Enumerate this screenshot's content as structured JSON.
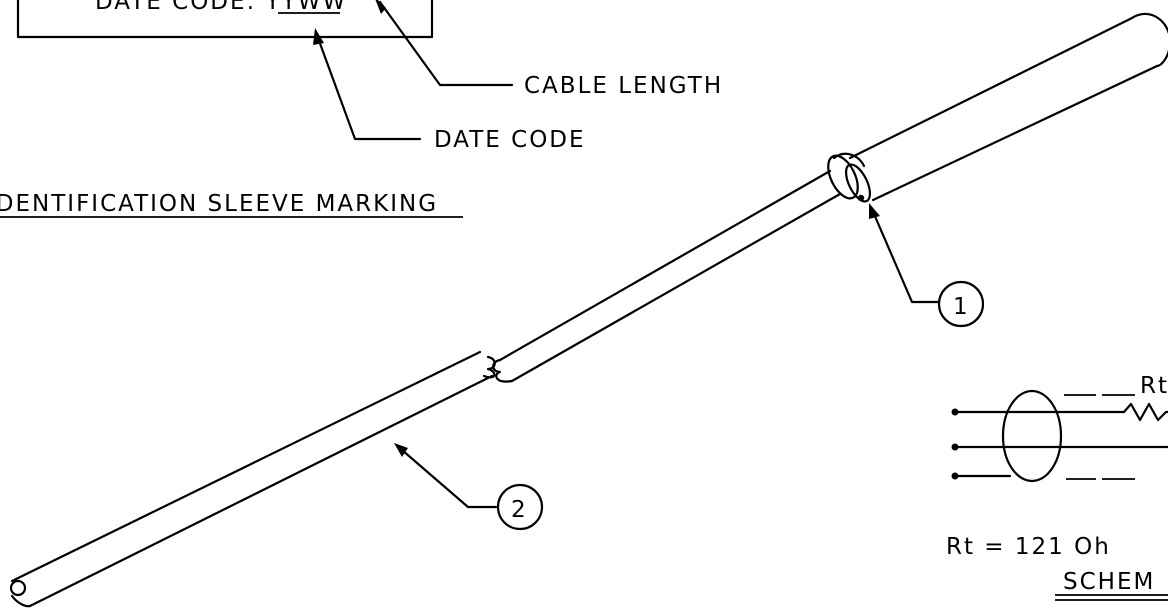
{
  "sleeve_box": {
    "date_code_line": "DATE CODE: YYWW"
  },
  "callouts": {
    "cable_length": "CABLE LENGTH",
    "date_code": "DATE CODE"
  },
  "section_title": "IDENTIFICATION SLEEVE MARKING",
  "balloons": {
    "item1": "1",
    "item2": "2"
  },
  "schematic": {
    "resistor_label": "Rt",
    "value_text": "Rt = 121 Oh",
    "title": "SCHEM"
  }
}
